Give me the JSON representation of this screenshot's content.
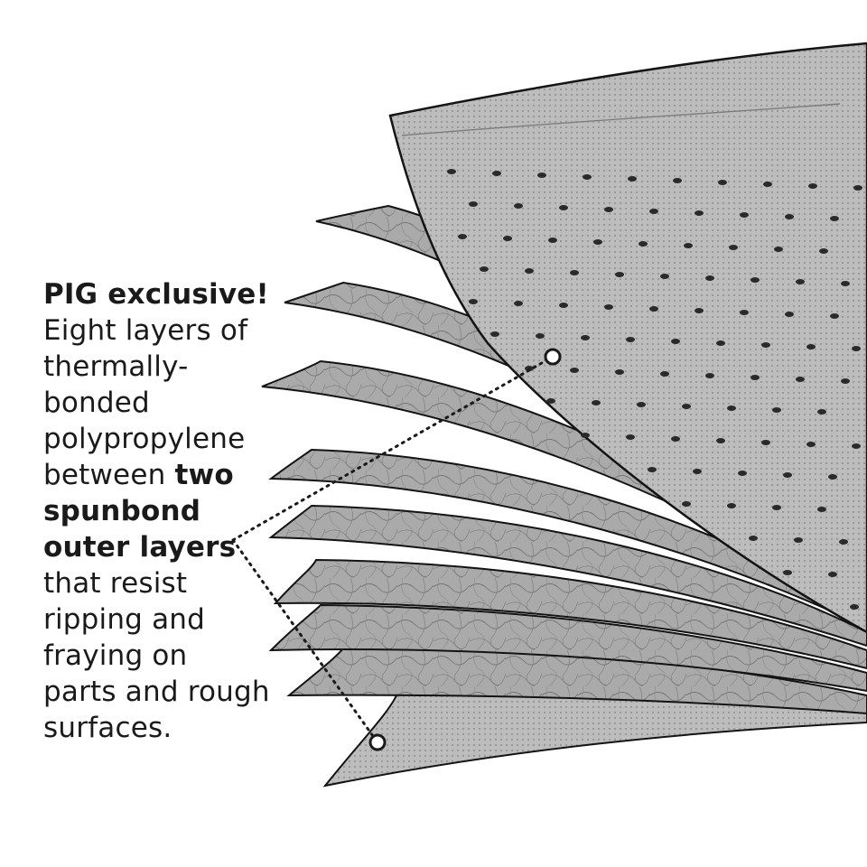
{
  "caption": {
    "line1_bold": "PIG exclusive!",
    "line2": "Eight layers of",
    "line3": "thermally-",
    "line4": "bonded",
    "line5": "polypropylene",
    "line6_regular": "between ",
    "line6_bold": "two",
    "line7_bold": "spunbond",
    "line8_bold": "outer layers",
    "line9": "that resist",
    "line10": "ripping and",
    "line11": "fraying on",
    "line12": "parts and rough",
    "line13": "surfaces."
  },
  "colors": {
    "background": "#ffffff",
    "text": "#1a1a1a",
    "outer_layer": "#b9b9b9",
    "inner_layer": "#a9a9a9",
    "outline": "#141414",
    "dots": "#2a2a2a"
  },
  "diagram": {
    "inner_layer_count": 8,
    "outer_layer_count": 2
  }
}
